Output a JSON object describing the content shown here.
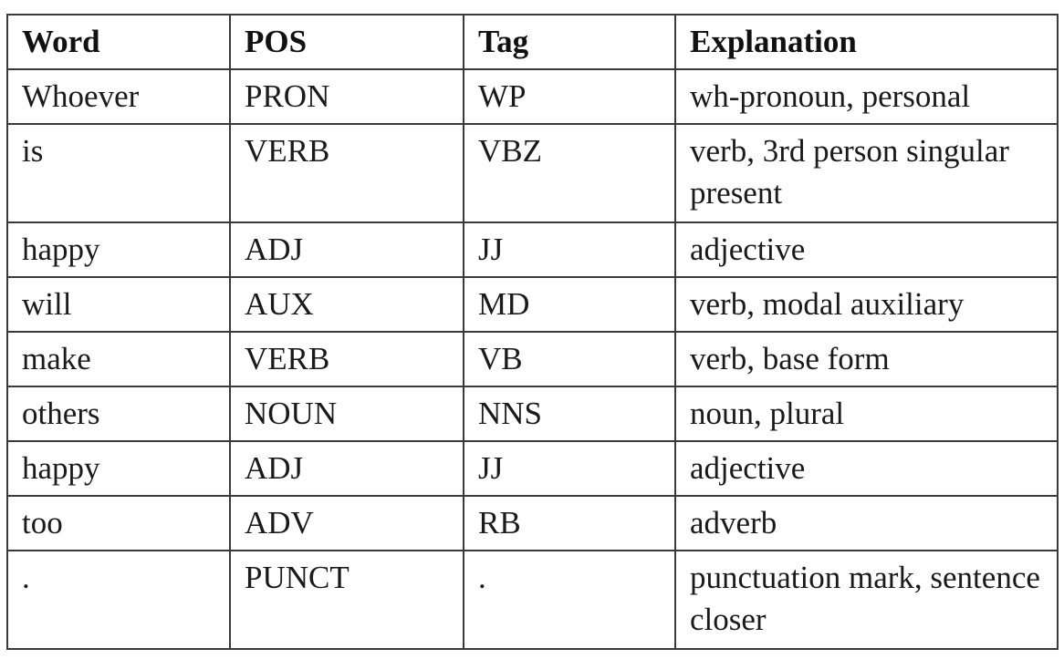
{
  "table": {
    "headers": [
      "Word",
      "POS",
      "Tag",
      "Explanation"
    ],
    "rows": [
      [
        "Whoever",
        "PRON",
        "WP",
        "wh-pronoun, personal"
      ],
      [
        "is",
        "VERB",
        "VBZ",
        "verb, 3rd person singular present"
      ],
      [
        "happy",
        "ADJ",
        "JJ",
        "adjective"
      ],
      [
        "will",
        "AUX",
        "MD",
        "verb, modal auxiliary"
      ],
      [
        "make",
        "VERB",
        "VB",
        "verb, base form"
      ],
      [
        "others",
        "NOUN",
        "NNS",
        "noun, plural"
      ],
      [
        "happy",
        "ADJ",
        "JJ",
        "adjective"
      ],
      [
        "too",
        "ADV",
        "RB",
        "adverb"
      ],
      [
        ".",
        "PUNCT",
        ".",
        "punctuation mark, sentence closer"
      ]
    ]
  }
}
